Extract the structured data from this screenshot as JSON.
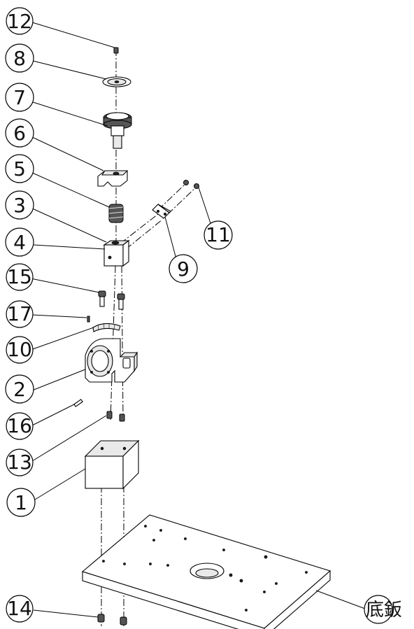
{
  "callouts": {
    "c12": "12",
    "c8": "8",
    "c7": "7",
    "c6": "6",
    "c5": "5",
    "c3": "3",
    "c4": "4",
    "c15": "15",
    "c17": "17",
    "c10": "10",
    "c2": "2",
    "c16": "16",
    "c13": "13",
    "c1": "1",
    "c14": "14",
    "c9": "9",
    "c11": "11",
    "base_plate": "底鈑"
  }
}
